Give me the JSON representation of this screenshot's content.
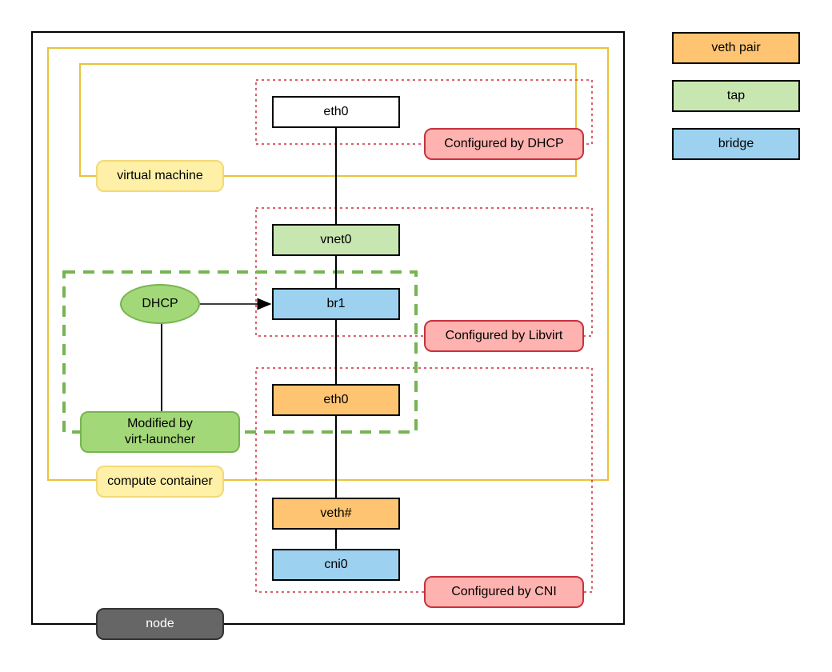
{
  "colors": {
    "veth_pair": "#ffc471",
    "tap": "#c7e6b0",
    "bridge": "#9dd1f0",
    "white": "#ffffff",
    "config_fill": "#ffb3b0",
    "config_border": "#c8313e",
    "container_fill": "#fff0a8",
    "container_border": "#e8c33a",
    "green_fill": "#a2d877",
    "green_border": "#77b552",
    "node_fill": "#666666",
    "node_border": "#333333"
  },
  "legend": [
    {
      "label": "veth pair",
      "color_key": "veth_pair"
    },
    {
      "label": "tap",
      "color_key": "tap"
    },
    {
      "label": "bridge",
      "color_key": "bridge"
    }
  ],
  "interfaces": {
    "vm_eth0": "eth0",
    "vnet0": "vnet0",
    "br1": "br1",
    "pod_eth0": "eth0",
    "veth": "veth#",
    "cni0": "cni0"
  },
  "labels": {
    "dhcp": "DHCP",
    "modified_by_line1": "Modified by",
    "modified_by_line2": "virt-launcher",
    "virtual_machine": "virtual machine",
    "compute_container": "compute container",
    "node": "node"
  },
  "config_regions": {
    "dhcp": "Configured by DHCP",
    "libvirt": "Configured by Libvirt",
    "cni": "Configured by CNI"
  }
}
